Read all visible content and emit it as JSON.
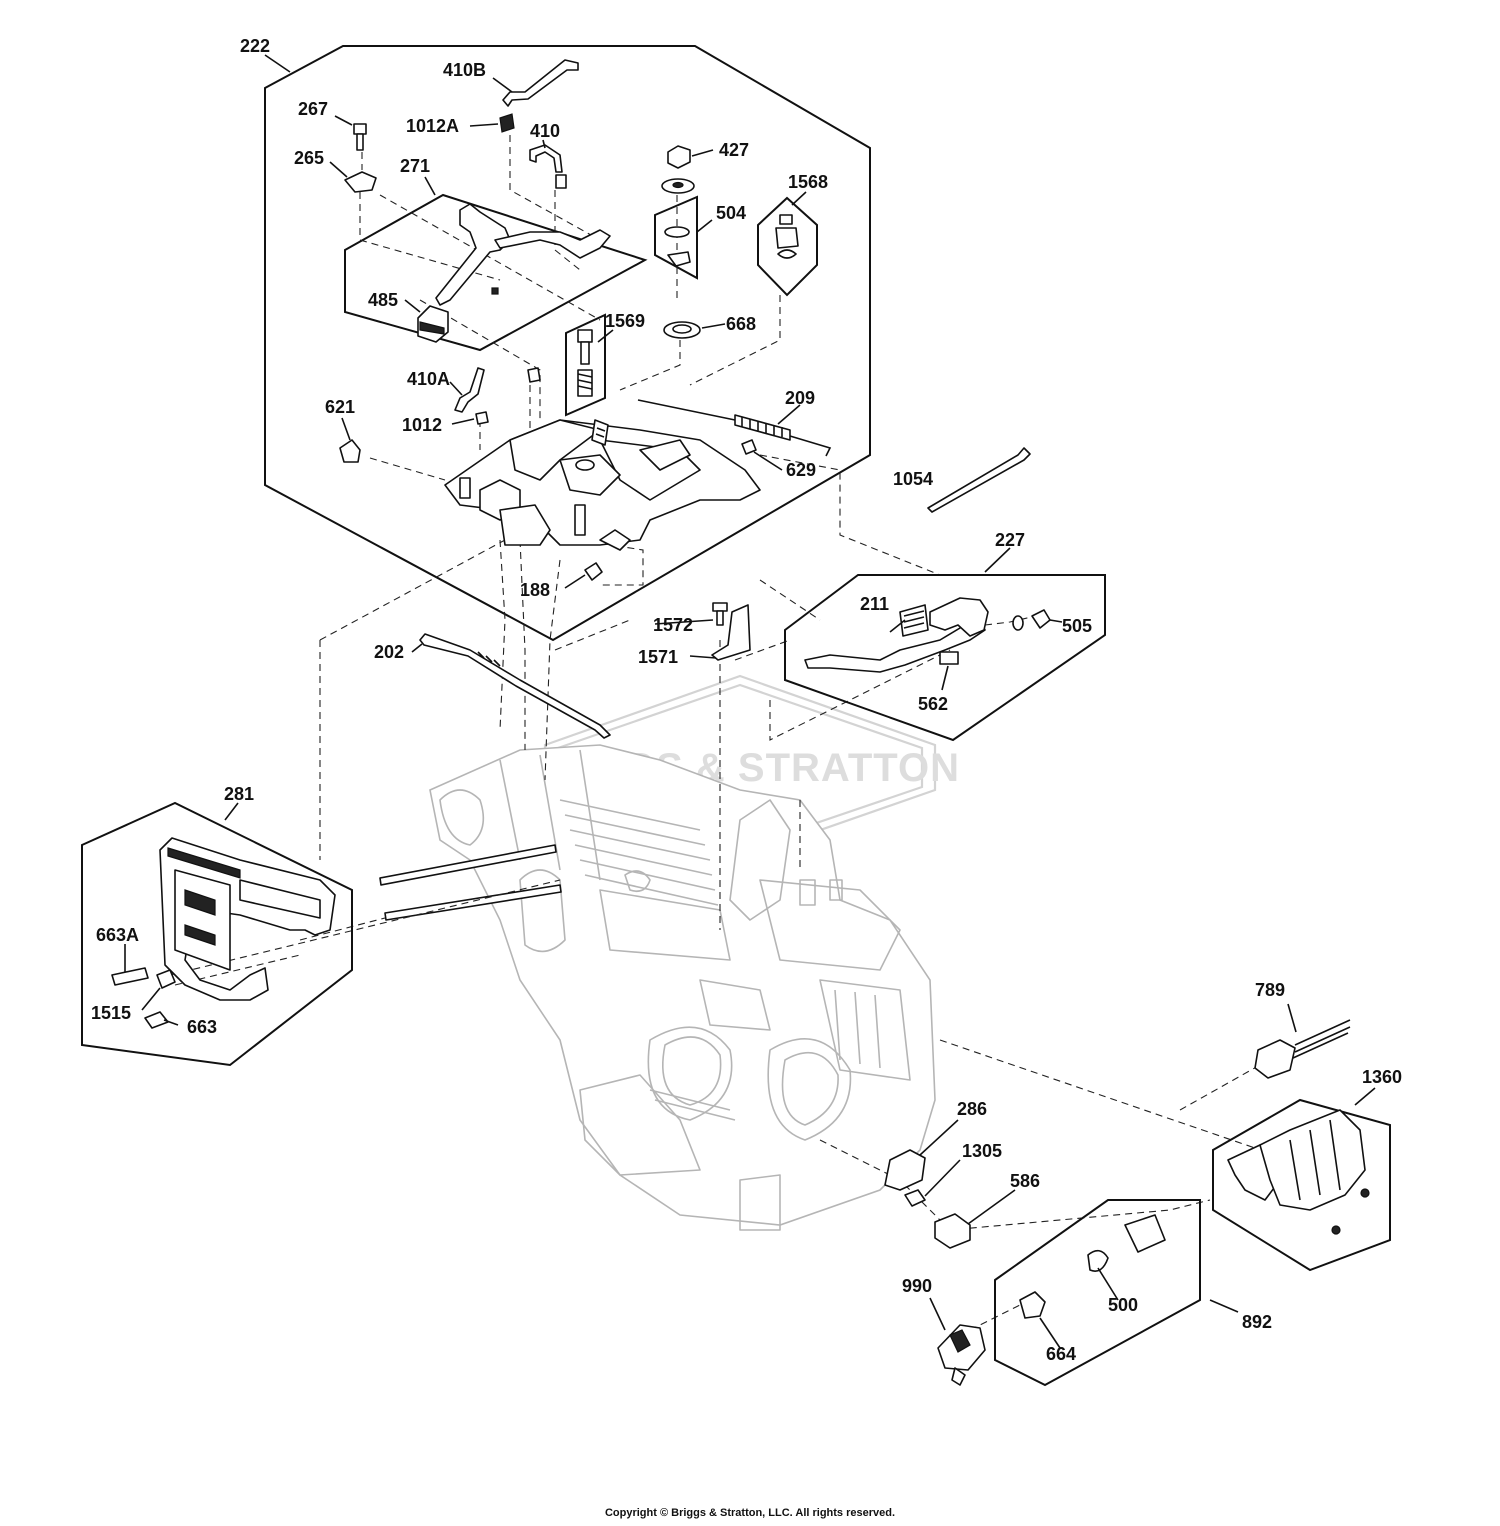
{
  "diagram": {
    "watermark": "BRIGGS & STRATTON",
    "copyright": "Copyright © Briggs & Stratton, LLC. All rights reserved."
  },
  "callouts": {
    "c222": "222",
    "c410B": "410B",
    "c267": "267",
    "c1012A": "1012A",
    "c410": "410",
    "c427": "427",
    "c265": "265",
    "c271": "271",
    "c504": "504",
    "c1568": "1568",
    "c485": "485",
    "c1569": "1569",
    "c668": "668",
    "c410A": "410A",
    "c209": "209",
    "c621": "621",
    "c1012": "1012",
    "c629": "629",
    "c1054": "1054",
    "c188": "188",
    "c227": "227",
    "c211": "211",
    "c1572": "1572",
    "c505": "505",
    "c1571": "1571",
    "c202": "202",
    "c562": "562",
    "c281": "281",
    "c663A": "663A",
    "c1515": "1515",
    "c663": "663",
    "c789": "789",
    "c1360": "1360",
    "c286": "286",
    "c1305": "1305",
    "c586": "586",
    "c500": "500",
    "c990": "990",
    "c892": "892",
    "c664": "664"
  }
}
